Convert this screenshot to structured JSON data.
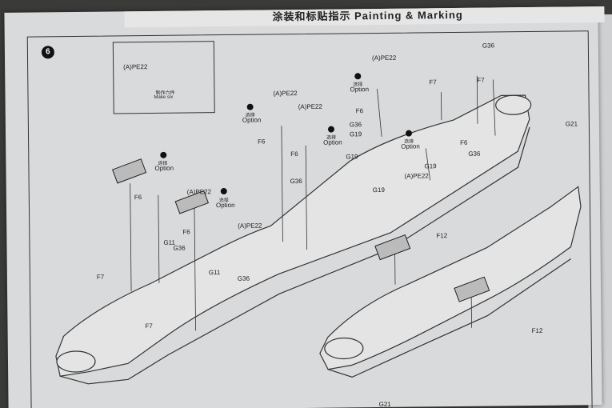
{
  "header": {
    "title": "涂装和标贴指示  Painting & Marking"
  },
  "step": {
    "number": "6"
  },
  "inset": {
    "part": "(A)PE22",
    "caption_cn": "制作六件",
    "caption_en": "Make six"
  },
  "labels": {
    "pe22": "(A)PE22",
    "f6": "F6",
    "f7": "F7",
    "f12": "F12",
    "g11": "G11",
    "g19": "G19",
    "g21": "G21",
    "g36": "G36",
    "option_cn": "选择",
    "option_en": "Option"
  },
  "colors": {
    "paper": "#d9dadb",
    "ink": "#222222",
    "background": "#3a3a38"
  }
}
